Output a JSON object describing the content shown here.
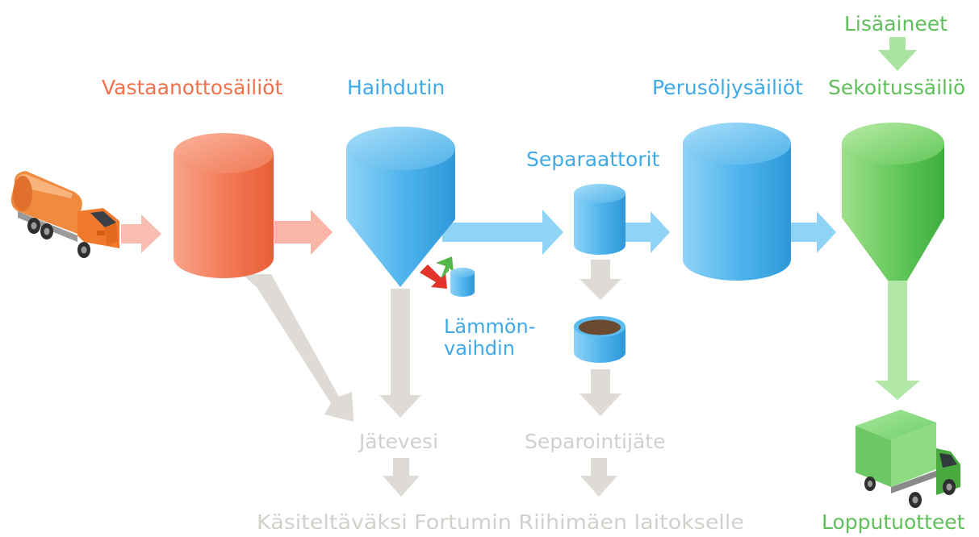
{
  "labels": {
    "reception_tanks": "Vastaanottosäiliöt",
    "evaporator": "Haihdutin",
    "separators": "Separaattorit",
    "base_oil_tanks": "Perusöljysäiliöt",
    "additives": "Lisäaineet",
    "mixing_tank": "Sekoitussäiliö",
    "heat_exchanger_line1": "Lämmön-",
    "heat_exchanger_line2": "vaihdin",
    "waste_water": "Jätevesi",
    "separation_waste": "Separointijäte",
    "treatment_destination": "Käsiteltäväksi Fortumin Riihimäen laitokselle",
    "end_products": "Lopputuotteet"
  },
  "colors": {
    "orange": "#f2704b",
    "blue": "#3fa9e6",
    "green": "#5fbf5a",
    "grey": "#d3d0cc",
    "heat_red": "#e2342b",
    "heat_green": "#54b848"
  },
  "icons": {
    "tanker_truck": "orange-tanker-truck-icon",
    "box_truck": "green-box-truck-icon"
  }
}
